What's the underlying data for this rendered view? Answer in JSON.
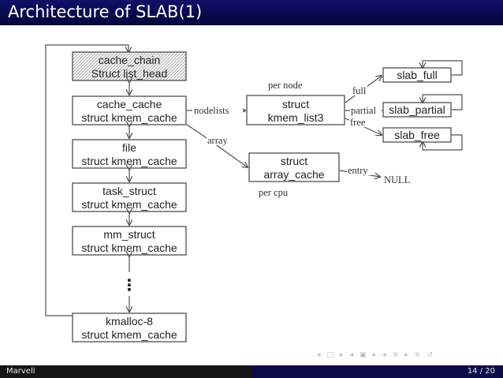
{
  "slide": {
    "title": "Architecture of SLAB(1)",
    "author": "Marvell",
    "page": "14 / 20"
  },
  "nav_icons": [
    "nav-prev-frame",
    "nav-frame",
    "nav-prev-section",
    "nav-section",
    "nav-prev-subsection",
    "nav-subsection",
    "nav-align",
    "nav-search"
  ],
  "diagram": {
    "chain": {
      "head": [
        "cache_chain",
        "Struct list_head"
      ],
      "cache_cache": [
        "cache_cache",
        "struct kmem_cache"
      ],
      "file": [
        "file",
        "struct kmem_cache"
      ],
      "task_struct": [
        "task_struct",
        "struct kmem_cache"
      ],
      "mm_struct": [
        "mm_struct",
        "struct kmem_cache"
      ],
      "ellipsis": "⋮",
      "kmalloc": [
        "kmalloc-8",
        "struct kmem_cache"
      ]
    },
    "list3": [
      "struct",
      "kmem_list3"
    ],
    "array_cache": [
      "struct",
      "array_cache"
    ],
    "slabs": {
      "full": "slab_full",
      "partial": "slab_partial",
      "free": "slab_free"
    },
    "labels": {
      "nodelists": "nodelists",
      "array": "array",
      "per_node": "per node",
      "per_cpu": "per cpu",
      "full": "full",
      "partial": "partial",
      "free": "free",
      "entry": "entry",
      "null": "NULL"
    }
  }
}
